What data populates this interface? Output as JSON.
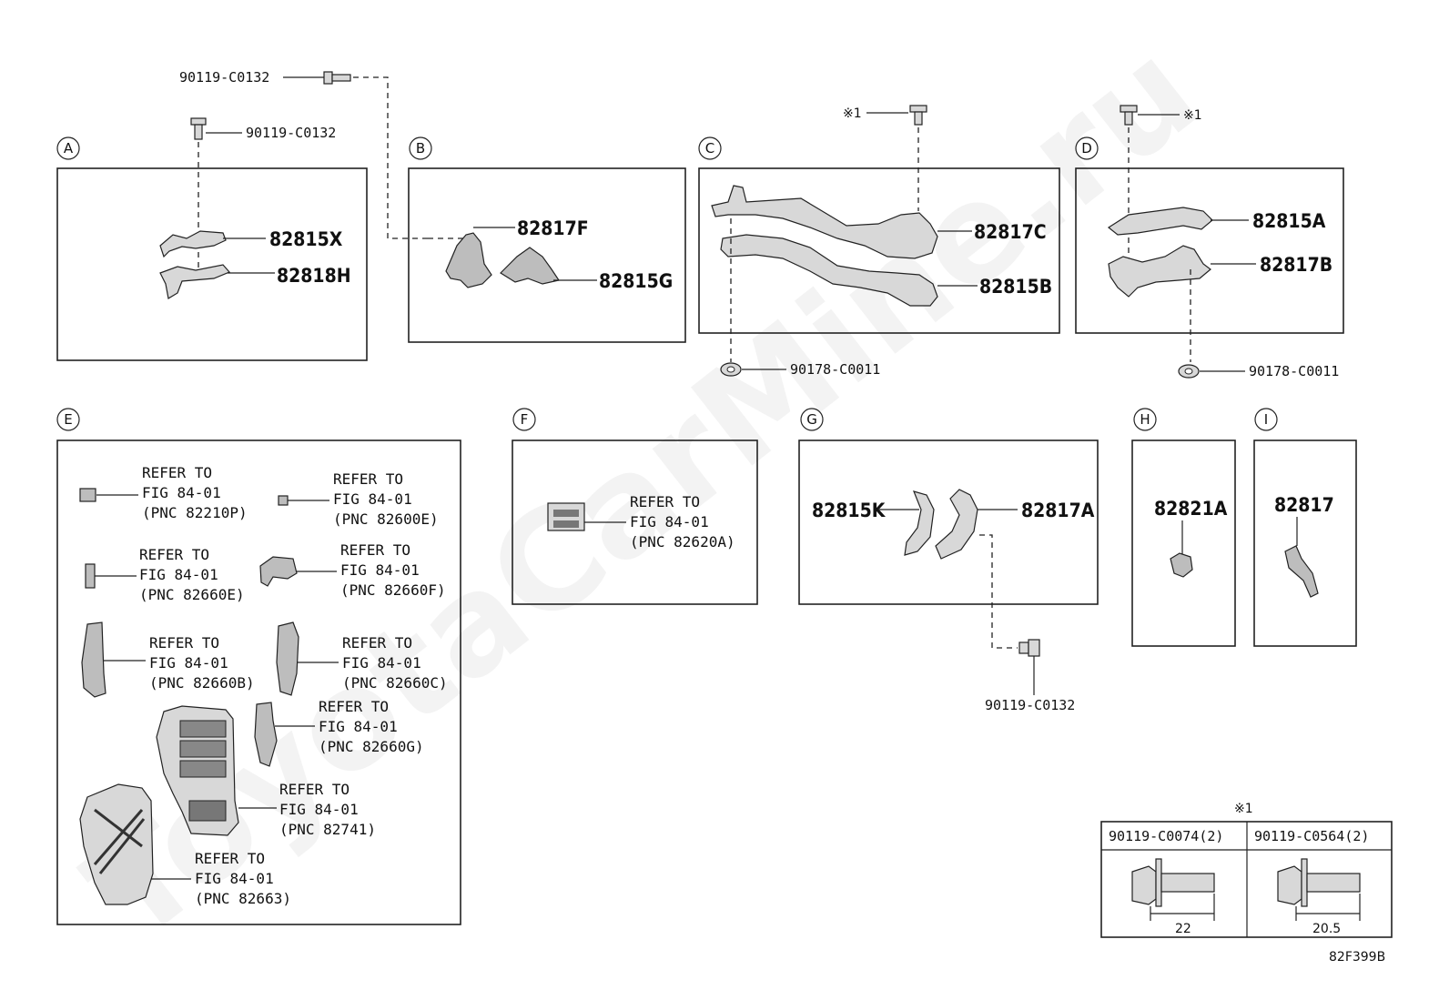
{
  "sections": {
    "A": {
      "letter": "A",
      "parts": [
        "82815X",
        "82818H"
      ],
      "bolt": "90119-C0132"
    },
    "B": {
      "letter": "B",
      "parts": [
        "82817F",
        "82815G"
      ]
    },
    "C": {
      "letter": "C",
      "parts": [
        "82817C",
        "82815B"
      ],
      "clip": "90178-C0011",
      "note": "※1"
    },
    "D": {
      "letter": "D",
      "parts": [
        "82815A",
        "82817B"
      ],
      "clip": "90178-C0011",
      "note": "※1"
    },
    "E": {
      "letter": "E",
      "refs": [
        {
          "l1": "REFER TO",
          "l2": "FIG 84-01",
          "l3": "(PNC 82210P)"
        },
        {
          "l1": "REFER TO",
          "l2": "FIG 84-01",
          "l3": "(PNC 82600E)"
        },
        {
          "l1": "REFER TO",
          "l2": "FIG 84-01",
          "l3": "(PNC 82660E)"
        },
        {
          "l1": "REFER TO",
          "l2": "FIG 84-01",
          "l3": "(PNC 82660F)"
        },
        {
          "l1": "REFER TO",
          "l2": "FIG 84-01",
          "l3": "(PNC 82660B)"
        },
        {
          "l1": "REFER TO",
          "l2": "FIG 84-01",
          "l3": "(PNC 82660C)"
        },
        {
          "l1": "REFER TO",
          "l2": "FIG 84-01",
          "l3": "(PNC 82660G)"
        },
        {
          "l1": "REFER TO",
          "l2": "FIG 84-01",
          "l3": "(PNC 82741)"
        },
        {
          "l1": "REFER TO",
          "l2": "FIG 84-01",
          "l3": "(PNC 82663)"
        }
      ]
    },
    "F": {
      "letter": "F",
      "ref": {
        "l1": "REFER TO",
        "l2": "FIG 84-01",
        "l3": "(PNC 82620A)"
      }
    },
    "G": {
      "letter": "G",
      "parts": [
        "82815K",
        "82817A"
      ],
      "bolt": "90119-C0132"
    },
    "H": {
      "letter": "H",
      "part": "82821A"
    },
    "I": {
      "letter": "I",
      "part": "82817"
    }
  },
  "top_bolt": "90119-C0132",
  "legend": {
    "note": "※1",
    "col1": {
      "header": "90119-C0074(2)",
      "dim": "22"
    },
    "col2": {
      "header": "90119-C0564(2)",
      "dim": "20.5"
    }
  },
  "figure_id": "82F399B",
  "watermark": "ToyotaCarMine.ru"
}
